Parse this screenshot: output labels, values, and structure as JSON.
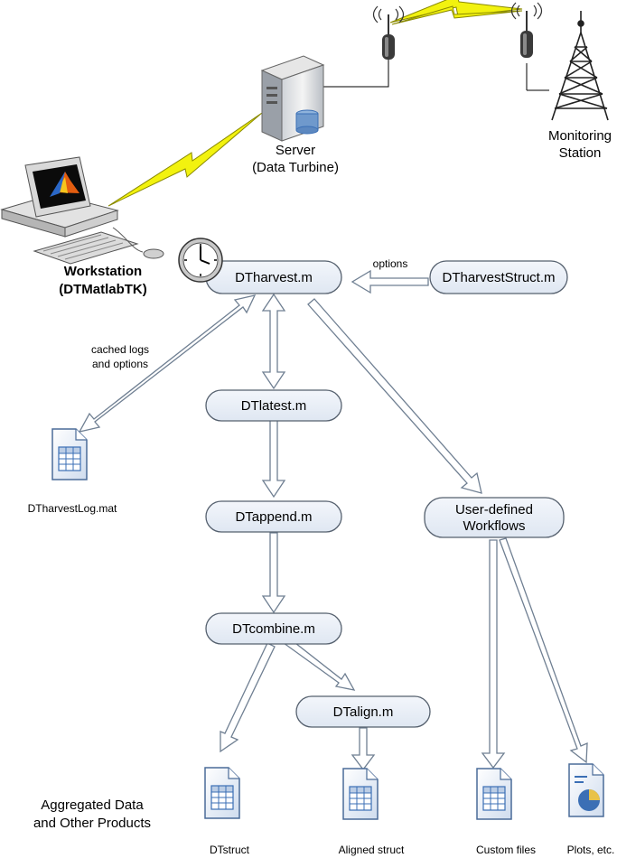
{
  "devices": {
    "server_label": "Server",
    "server_sublabel": "(Data Turbine)",
    "station_label": "Monitoring",
    "station_sublabel": "Station",
    "workstation_label": "Workstation",
    "workstation_sublabel": "(DTMatlabTK)"
  },
  "nodes": {
    "dtharvest": "DTharvest.m",
    "dtharveststruct": "DTharvestStruct.m",
    "dtlatest": "DTlatest.m",
    "dtappend": "DTappend.m",
    "dtcombine": "DTcombine.m",
    "dtalign": "DTalign.m",
    "workflows_line1": "User-defined",
    "workflows_line2": "Workflows"
  },
  "edge_labels": {
    "options": "options",
    "cached_line1": "cached logs",
    "cached_line2": "and options"
  },
  "files": {
    "log": "DTharvestLog.mat",
    "dtstruct": "DTstruct",
    "aligned": "Aligned struct",
    "custom": "Custom files",
    "plots": "Plots, etc."
  },
  "section": {
    "line1": "Aggregated Data",
    "line2": "and Other Products"
  },
  "colors": {
    "node_fill": "#e8eef7",
    "node_stroke": "#55606e",
    "arrow_fill": "#ffffff",
    "arrow_stroke": "#6f7f92",
    "lightning": "#f2f20f",
    "file_fill": "#dfe9f5",
    "file_accent": "#3b6fb5"
  }
}
